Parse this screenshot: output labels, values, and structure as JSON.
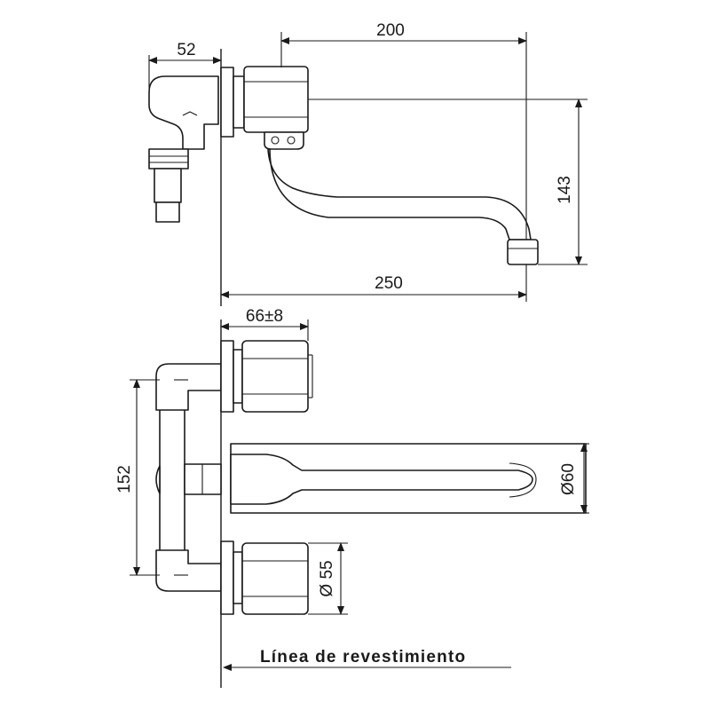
{
  "dimensions": {
    "top_inlet_width": "52",
    "spout_reach_from_valve": "200",
    "spout_height": "143",
    "overall_reach": "250",
    "centers_tolerance": "66±8",
    "inlet_centers": "152",
    "spout_diameter": "Ø60",
    "handle_diameter": "Ø 55"
  },
  "labels": {
    "finish_line": "Línea de revestimiento"
  }
}
